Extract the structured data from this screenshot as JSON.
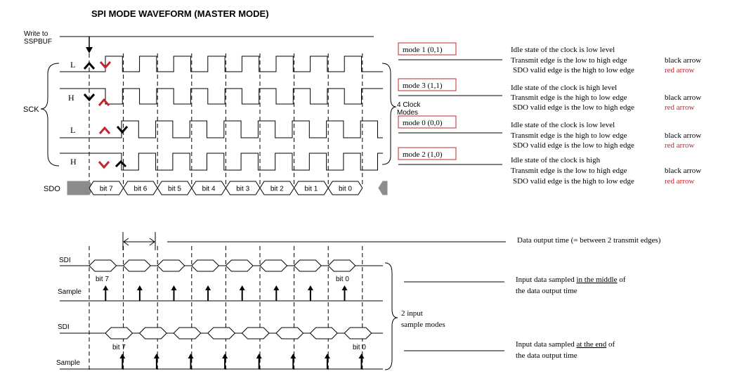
{
  "title": "SPI MODE WAVEFORM (MASTER MODE)",
  "labels": {
    "write_to": "Write to",
    "sspbuf": "SSPBUF",
    "sck": "SCK",
    "sdo": "SDO",
    "sdi": "SDI",
    "sample": "Sample",
    "four_clock": "4 Clock",
    "modes": "Modes",
    "two_input": "2 input",
    "sample_modes": "sample modes"
  },
  "clock_rows": [
    {
      "level": "L"
    },
    {
      "level": "H"
    },
    {
      "level": "L"
    },
    {
      "level": "H"
    }
  ],
  "modes": [
    {
      "name": "mode 1",
      "bits": "(0,1)",
      "line1": "Idle state of the clock is low level",
      "line2": "Transmit edge is the low to high edge",
      "line2b": "black arrow",
      "line3": "SDO valid edge is the high to low edge",
      "line3b": "red arrow"
    },
    {
      "name": "mode 3",
      "bits": "(1,1)",
      "line1": "Idle state of the clock is high level",
      "line2": "Transmit edge is the high to low edge",
      "line2b": "black arrow",
      "line3": "SDO valid edge is the low to high edge",
      "line3b": "red arrow"
    },
    {
      "name": "mode 0",
      "bits": "(0,0)",
      "line1": "Idle state of the clock is low level",
      "line2": "Transmit edge is the high to low edge",
      "line2b": "black arrow",
      "line3": "SDO valid edge is the low to high edge",
      "line3b": "red arrow"
    },
    {
      "name": "mode 2",
      "bits": "(1,0)",
      "line1": "Idle state of the clock is high",
      "line2": "Transmit edge is the low to high edge",
      "line2b": "black arrow",
      "line3": "SDO valid edge is the high to low edge",
      "line3b": "red arrow"
    }
  ],
  "sdo_bits": [
    "bit 7",
    "bit 6",
    "bit 5",
    "bit 4",
    "bit 3",
    "bit 2",
    "bit 1",
    "bit 0"
  ],
  "sdi_labels": {
    "first": "bit 7",
    "last": "bit 0"
  },
  "data_output_time": "Data output time  (= between 2 transmit edges)",
  "middle": {
    "pre": "Input data sampled ",
    "em": "in the middle",
    "post": " of",
    "line2": "the data output time"
  },
  "end": {
    "pre": "Input data sampled ",
    "em": "at the end",
    "post": " of",
    "line2": "the data output time"
  },
  "colors": {
    "ink": "#000000",
    "red": "#c0272d",
    "gray": "#8c8c8c"
  }
}
